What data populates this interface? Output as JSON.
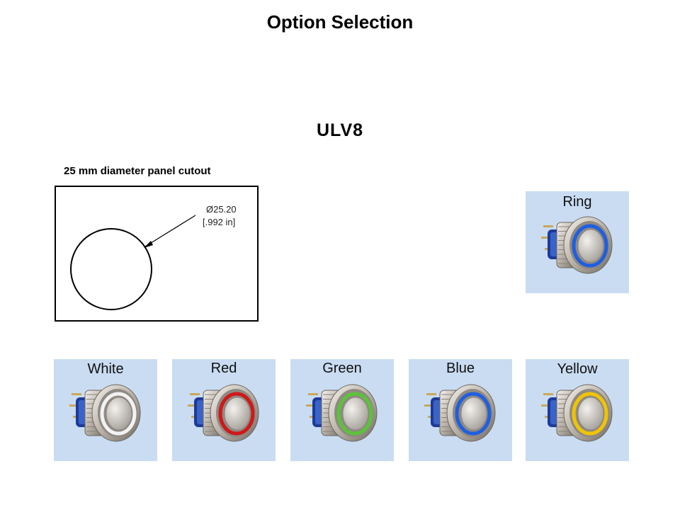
{
  "slide": {
    "title": "Option Selection",
    "subtitle": "ULV8"
  },
  "cutout": {
    "label": "25 mm diameter panel cutout",
    "dim_mm": "Ø25.20",
    "dim_in": "[.992 in]"
  },
  "options": {
    "ring": {
      "label": "Ring",
      "color": "#1f5fe0"
    },
    "white": {
      "label": "White",
      "color": "#f2f2f2"
    },
    "red": {
      "label": "Red",
      "color": "#d01818"
    },
    "green": {
      "label": "Green",
      "color": "#5cc23a"
    },
    "blue": {
      "label": "Blue",
      "color": "#1f5fe0"
    },
    "yellow": {
      "label": "Yellow",
      "color": "#f0c400"
    }
  }
}
